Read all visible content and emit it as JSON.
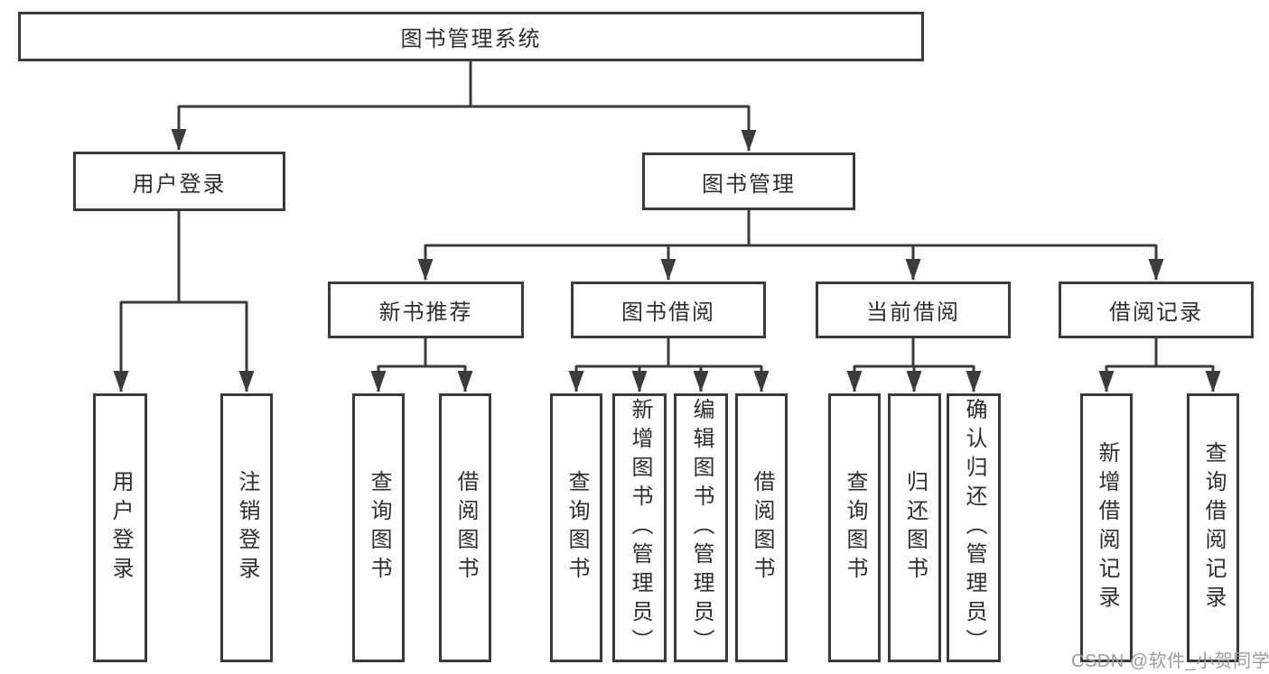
{
  "diagram": {
    "root": {
      "label": "图书管理系统"
    },
    "branches": [
      {
        "label": "用户登录",
        "children": [
          {
            "label": "用户登录"
          },
          {
            "label": "注销登录"
          }
        ]
      },
      {
        "label": "图书管理",
        "children": [
          {
            "label": "新书推荐",
            "children": [
              {
                "label": "查询图书"
              },
              {
                "label": "借阅图书"
              }
            ]
          },
          {
            "label": "图书借阅",
            "children": [
              {
                "label": "查询图书"
              },
              {
                "label": "新增图书（管理员）"
              },
              {
                "label": "编辑图书（管理员）"
              },
              {
                "label": "借阅图书"
              }
            ]
          },
          {
            "label": "当前借阅",
            "children": [
              {
                "label": "查询图书"
              },
              {
                "label": "归还图书"
              },
              {
                "label": "确认归还（管理员）"
              }
            ]
          },
          {
            "label": "借阅记录",
            "children": [
              {
                "label": "新增借阅记录"
              },
              {
                "label": "查询借阅记录"
              }
            ]
          }
        ]
      }
    ]
  },
  "watermark": {
    "text": "CSDN @软件_小贺同学"
  },
  "colors": {
    "line": "#3b3b3b",
    "text": "#2e2e2e",
    "watermark": "#9c9c9c",
    "background": "#ffffff"
  }
}
